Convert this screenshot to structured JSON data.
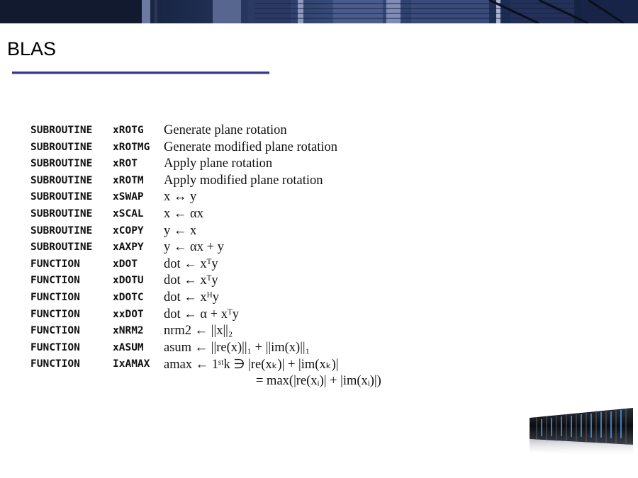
{
  "slide": {
    "title": "BLAS"
  },
  "colors": {
    "title_rule": "#35378e",
    "banner_dark": "#0d1426",
    "banner_mid": "#3a4f80"
  },
  "routines": [
    {
      "kind": "SUBROUTINE",
      "name": "xROTG",
      "desc": "Generate plane rotation"
    },
    {
      "kind": "SUBROUTINE",
      "name": "xROTMG",
      "desc": "Generate modified plane rotation"
    },
    {
      "kind": "SUBROUTINE",
      "name": "xROT",
      "desc": "Apply plane rotation"
    },
    {
      "kind": "SUBROUTINE",
      "name": "xROTM",
      "desc": "Apply modified plane rotation"
    },
    {
      "kind": "SUBROUTINE",
      "name": "xSWAP",
      "desc": "x ↔ y"
    },
    {
      "kind": "SUBROUTINE",
      "name": "xSCAL",
      "desc": "x ← αx"
    },
    {
      "kind": "SUBROUTINE",
      "name": "xCOPY",
      "desc": "y ← x"
    },
    {
      "kind": "SUBROUTINE",
      "name": "xAXPY",
      "desc": "y ← αx + y"
    },
    {
      "kind": "FUNCTION",
      "name": "xDOT",
      "desc": "dot ← xᵀy"
    },
    {
      "kind": "FUNCTION",
      "name": "xDOTU",
      "desc": "dot ← xᵀy"
    },
    {
      "kind": "FUNCTION",
      "name": "xDOTC",
      "desc": "dot ← xᴴy"
    },
    {
      "kind": "FUNCTION",
      "name": "xxDOT",
      "desc": "dot ← α + xᵀy"
    },
    {
      "kind": "FUNCTION",
      "name": "xNRM2",
      "desc": "nrm2 ← ||x||₂"
    },
    {
      "kind": "FUNCTION",
      "name": "xASUM",
      "desc": "asum ← ||re(x)||₁ + ||im(x)||₁"
    },
    {
      "kind": "FUNCTION",
      "name": "IxAMAX",
      "desc": "amax ← 1ˢᵗk ∋ |re(xₖ)| + |im(xₖ)|"
    }
  ],
  "continuation": "= max(|re(xᵢ)| + |im(xᵢ)|)"
}
